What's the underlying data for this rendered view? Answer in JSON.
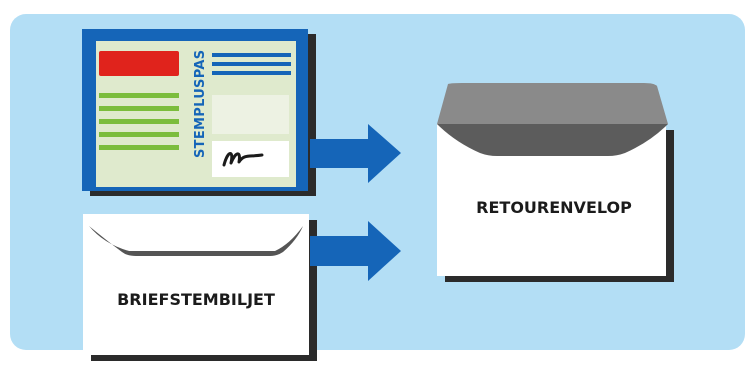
{
  "colors": {
    "background_panel": "#b3def5",
    "card_fill": "#dfeacd",
    "card_border": "#1565b8",
    "red_block": "#e0231c",
    "green_lines": "#7bbd3c",
    "blue_lines": "#1565b8",
    "arrow": "#1565b8",
    "envelope_flap": "#6f6f6f",
    "envelope_body": "#ffffff",
    "shadow": "#2b2b2b"
  },
  "diagram": {
    "stempluspas_label": "STEMPLUSPAS",
    "briefstembiljet_label": "BRIEFSTEMBILJET",
    "retourenvelop_label": "RETOURENVELOP"
  },
  "icons": {
    "card": "stempluspas-card-icon",
    "signature": "signature-icon",
    "envelope_small": "briefstembiljet-envelope-icon",
    "envelope_large": "retourenvelop-envelope-icon",
    "arrow": "right-arrow-icon"
  }
}
